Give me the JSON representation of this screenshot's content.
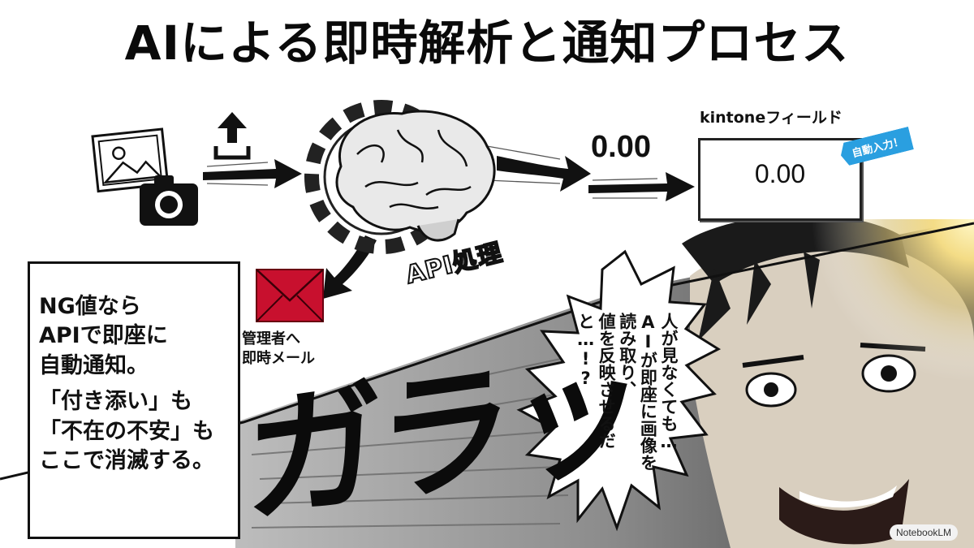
{
  "title": "AIによる即時解析と通知プロセス",
  "flow": {
    "output_value": "0.00",
    "field_label": "kintoneフィールド",
    "field_value": "0.00",
    "auto_input_tag": "自動入力！",
    "api_label": "API処理",
    "mail_label_lines": [
      "管理者へ",
      "即時メール"
    ]
  },
  "note": {
    "lines": [
      "NG値なら",
      "APIで即座に",
      "自動通知。",
      "「付き添い」も",
      "「不在の不安」も",
      "ここで消滅する。"
    ]
  },
  "speech_bubble": {
    "text": "人が見なくても…\nAIが即座に画像を\n読み取り、\n値を反映させるだと…!?"
  },
  "sound_effect": "ガラッ",
  "watermark": "NotebookLM",
  "icons": [
    "photo-icon",
    "camera-icon",
    "upload-icon",
    "brain-icon",
    "gear-icon",
    "envelope-icon",
    "arrow-icon"
  ],
  "colors": {
    "tag_blue": "#2a9fe0",
    "envelope_red": "#c8102e"
  }
}
